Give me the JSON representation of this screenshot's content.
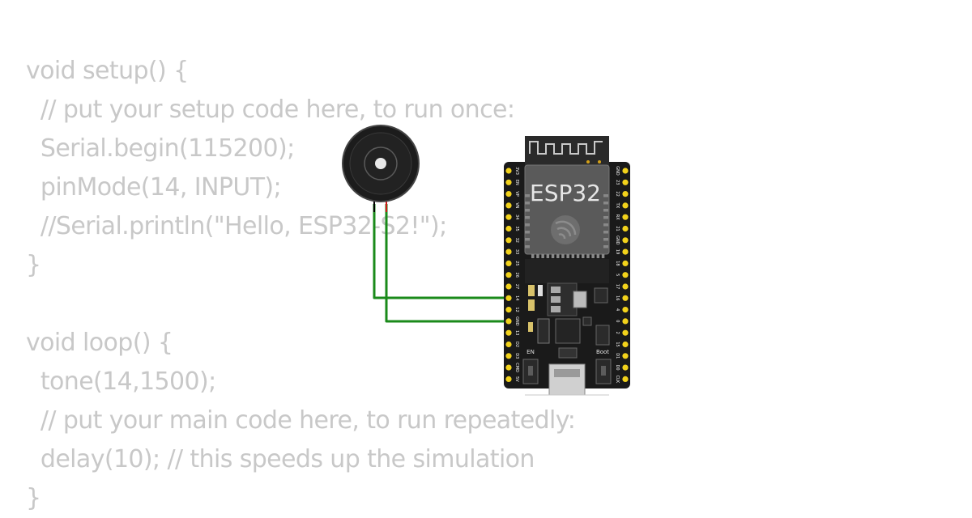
{
  "code_lines": [
    "void setup() {",
    "  // put your setup code here, to run once:",
    "  Serial.begin(115200);",
    "  pinMode(14, INPUT);",
    "  //Serial.println(\"Hello, ESP32-S2!\");",
    "}",
    "",
    "void loop() {",
    "  tone(14,1500);",
    "  // put your main code here, to run repeatedly:",
    "  delay(10); // this speeds up the simulation",
    "}"
  ],
  "board": {
    "chip_label": "ESP32",
    "left_pins": [
      "3V3",
      "EN",
      "VP",
      "VN",
      "34",
      "35",
      "32",
      "33",
      "25",
      "26",
      "27",
      "14",
      "12",
      "GND",
      "13",
      "D2",
      "D3",
      "CMD",
      "5V"
    ],
    "right_pins": [
      "GND",
      "23",
      "22",
      "TX",
      "RX",
      "21",
      "GND",
      "19",
      "18",
      "5",
      "17",
      "16",
      "4",
      "0",
      "2",
      "15",
      "D1",
      "D0",
      "CLK"
    ],
    "en_button_label": "EN",
    "boot_button_label": "Boot"
  },
  "wires": {
    "color": "#1a8a1a"
  },
  "colors": {
    "code_text": "#c8c8c8",
    "board": "#1a1a1a",
    "pin": "#f2d21b",
    "buzzer": "#1c1c1c"
  }
}
